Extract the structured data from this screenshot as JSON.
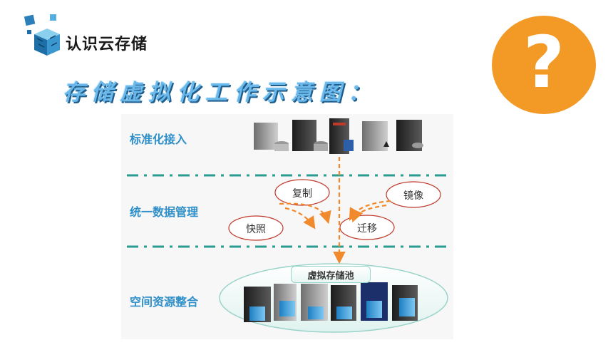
{
  "header": {
    "section_title": "认识云存储",
    "subtitle": "存储虚拟化工作示意图："
  },
  "help": {
    "symbol": "?"
  },
  "diagram": {
    "layers": {
      "access": "标准化接入",
      "management": "统一数据管理",
      "integration": "空间资源整合"
    },
    "operations": {
      "copy": "复制",
      "mirror": "镜像",
      "snapshot": "快照",
      "migrate": "迁移"
    },
    "pool": "虚拟存储池"
  },
  "colors": {
    "accent_orange": "#f39a26",
    "label_blue": "#2f8fc9",
    "arrow_orange": "#f08a2c",
    "divider_teal": "#2a9d8f"
  }
}
